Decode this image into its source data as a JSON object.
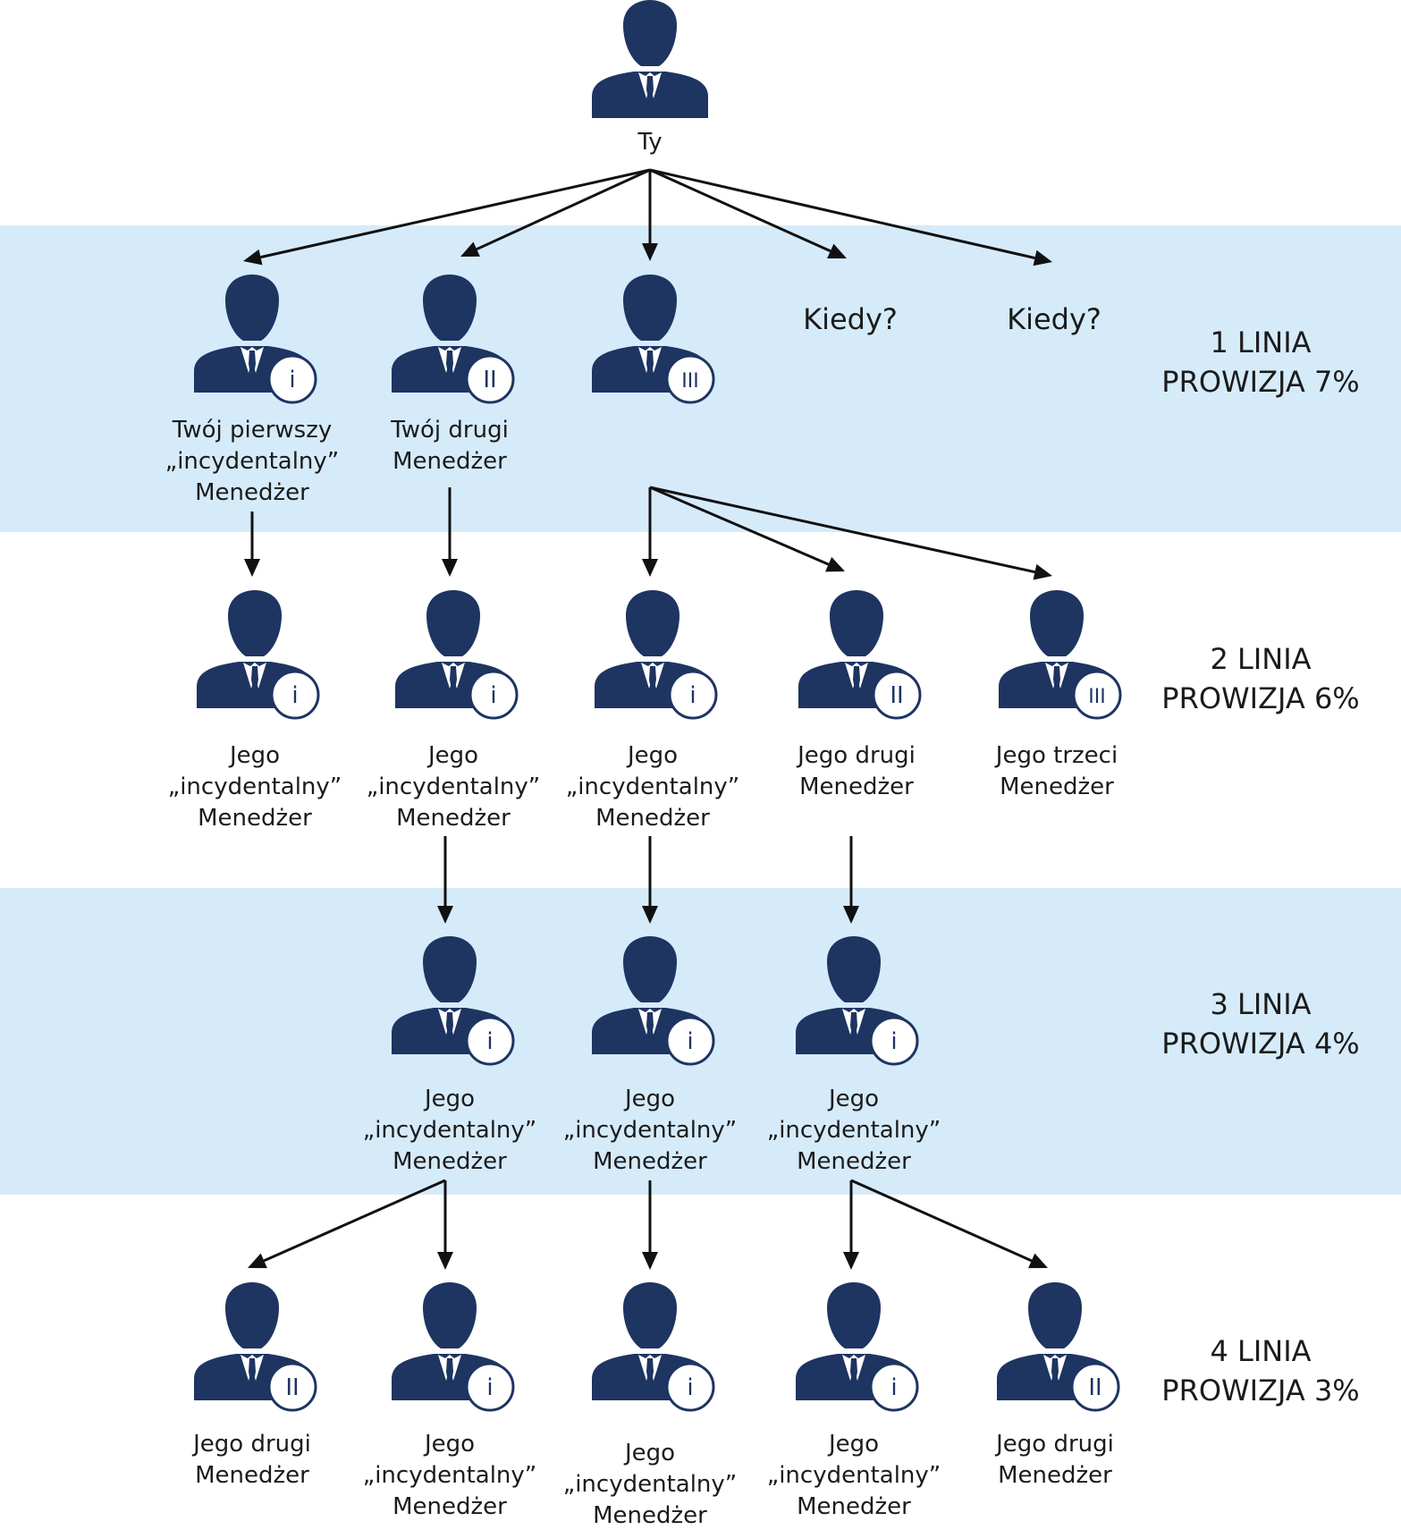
{
  "colors": {
    "band": "#d6ebfa",
    "person": "#1e3461",
    "arrow": "#111111",
    "text": "#1b1b1b"
  },
  "root": {
    "label": "Ty",
    "icon": "person-icon"
  },
  "kiedy": [
    "Kiedy?",
    "Kiedy?"
  ],
  "levels": [
    {
      "line": "1 LINIA",
      "commission": "PROWIZJA 7%"
    },
    {
      "line": "2 LINIA",
      "commission": "PROWIZJA 6%"
    },
    {
      "line": "3 LINIA",
      "commission": "PROWIZJA 4%"
    },
    {
      "line": "4 LINIA",
      "commission": "PROWIZJA 3%"
    }
  ],
  "nodes": [
    {
      "badge": "i",
      "label": [
        "Twój pierwszy",
        "„incydentalny”",
        "Menedżer"
      ]
    },
    {
      "badge": "II",
      "label": [
        "Twój drugi",
        "Menedżer"
      ]
    },
    {
      "badge": "III",
      "label": []
    },
    {
      "badge": "i",
      "label": [
        "Jego",
        "„incydentalny”",
        "Menedżer"
      ]
    },
    {
      "badge": "i",
      "label": [
        "Jego",
        "„incydentalny”",
        "Menedżer"
      ]
    },
    {
      "badge": "i",
      "label": [
        "Jego",
        "„incydentalny”",
        "Menedżer"
      ]
    },
    {
      "badge": "II",
      "label": [
        "Jego drugi",
        "Menedżer"
      ]
    },
    {
      "badge": "III",
      "label": [
        "Jego trzeci",
        "Menedżer"
      ]
    },
    {
      "badge": "i",
      "label": [
        "Jego",
        "„incydentalny”",
        "Menedżer"
      ]
    },
    {
      "badge": "i",
      "label": [
        "Jego",
        "„incydentalny”",
        "Menedżer"
      ]
    },
    {
      "badge": "i",
      "label": [
        "Jego",
        "„incydentalny”",
        "Menedżer"
      ]
    },
    {
      "badge": "II",
      "label": [
        "Jego drugi",
        "Menedżer"
      ]
    },
    {
      "badge": "i",
      "label": [
        "Jego",
        "„incydentalny”",
        "Menedżer"
      ]
    },
    {
      "badge": "i",
      "label": [
        "Jego",
        "„incydentalny”",
        "Menedżer"
      ]
    },
    {
      "badge": "i",
      "label": [
        "Jego",
        "„incydentalny”",
        "Menedżer"
      ]
    },
    {
      "badge": "II",
      "label": [
        "Jego drugi",
        "Menedżer"
      ]
    }
  ]
}
